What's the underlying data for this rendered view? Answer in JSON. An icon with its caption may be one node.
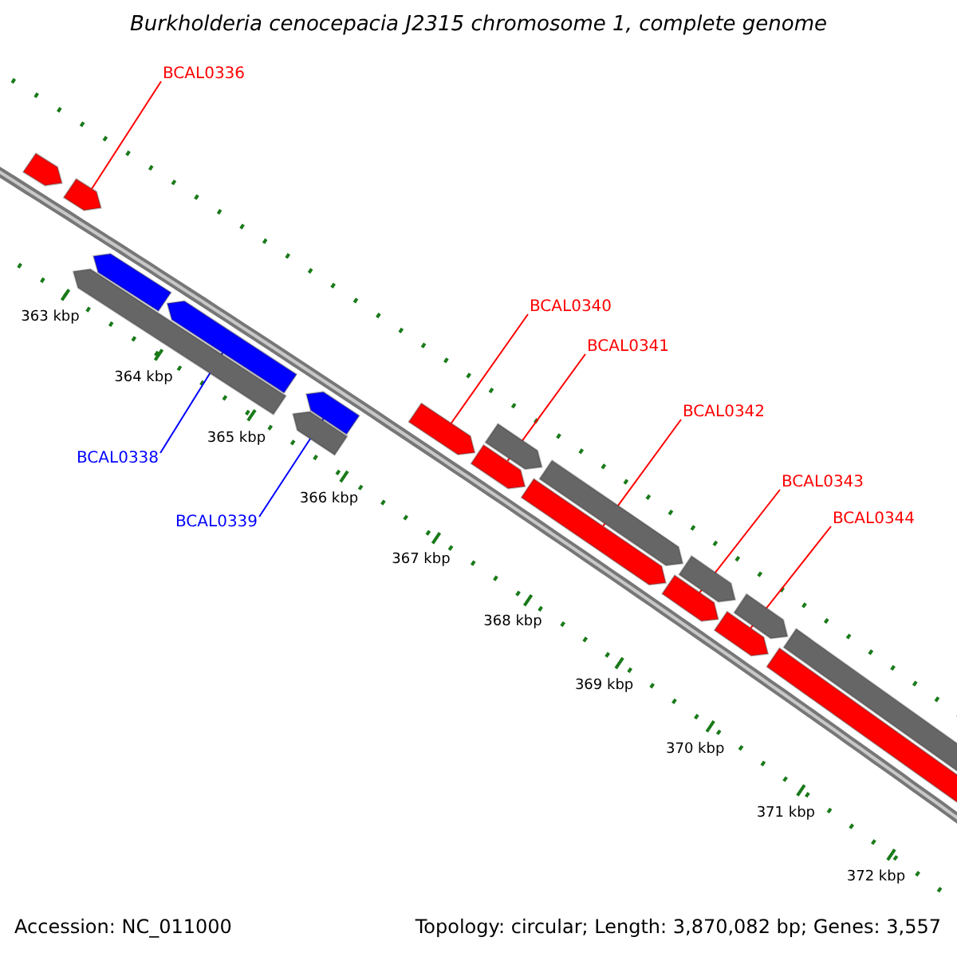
{
  "diagram": {
    "title": "Burkholderia cenocepacia J2315 chromosome 1, complete genome",
    "nodes": [
      {
        "text": [
          "BCAL0336"
        ]
      },
      {
        "text": [],
        "shape": "arrow"
      },
      {
        "text": [
          "BCAL0340"
        ]
      },
      {
        "text": [],
        "shape": "arrow"
      },
      {
        "text": [
          "BCAL0341"
        ]
      },
      {
        "text": [],
        "shape": "arrow"
      },
      {
        "text": [
          "BCAL0342"
        ]
      },
      {
        "text": [],
        "shape": "arrow"
      },
      {
        "text": [
          "BCAL0343"
        ]
      },
      {
        "text": [],
        "shape": "arrow"
      },
      {
        "text": [
          "BCAL0344"
        ]
      },
      {
        "text": [],
        "shape": "arrow"
      },
      {
        "text": [
          "BCAL0338"
        ]
      },
      {
        "text": [],
        "shape": "arrow"
      },
      {
        "text": [
          "BCAL0339"
        ]
      },
      {
        "text": [],
        "shape": "arrow"
      },
      {
        "text": [],
        "shape": "arrow"
      },
      {
        "text": [],
        "shape": "arrow"
      },
      {
        "text": [],
        "shape": "arrow"
      },
      {
        "text": [],
        "shape": "arrow"
      },
      {
        "text": [],
        "shape": "arrow"
      },
      {
        "text": [],
        "shape": "arrow"
      },
      {
        "text": [],
        "shape": "arrow"
      },
      {
        "text": [],
        "shape": "arrow"
      },
      {
        "text": [],
        "shape": "arrow"
      },
      {
        "text": [],
        "shape": "arrow"
      }
    ],
    "edges": [
      {
        "from": 0,
        "to": 1,
        "arrow": "none"
      },
      {
        "from": 2,
        "to": 3,
        "arrow": "none"
      },
      {
        "from": 4,
        "to": 5,
        "arrow": "none"
      },
      {
        "from": 6,
        "to": 7,
        "arrow": "none"
      },
      {
        "from": 8,
        "to": 9,
        "arrow": "none"
      },
      {
        "from": 10,
        "to": 11,
        "arrow": "none"
      },
      {
        "from": 12,
        "to": 13,
        "arrow": "none",
        "color": "#0000ff"
      },
      {
        "from": 14,
        "to": 15,
        "arrow": "none",
        "color": "#0000ff"
      }
    ],
    "labels": [
      "363 kbp",
      "364 kbp",
      "365 kbp",
      "366 kbp",
      "367 kbp",
      "368 kbp",
      "369 kbp",
      "370 kbp",
      "371 kbp",
      "372 kbp",
      "Accession: NC_011000",
      "Topology: circular; Length: 3,870,082 bp; Genes: 3,557"
    ]
  }
}
